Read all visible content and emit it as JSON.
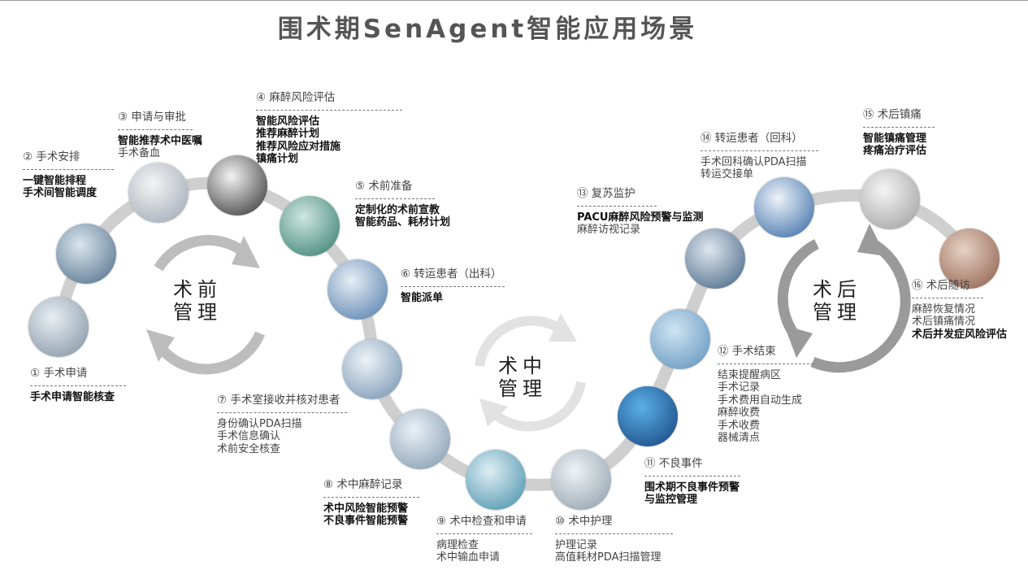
{
  "title": "围术期SenAgent智能应用场景",
  "phases": [
    {
      "line1": "术前",
      "line2": "管理"
    },
    {
      "line1": "术中",
      "line2": "管理"
    },
    {
      "line1": "术后",
      "line2": "管理"
    }
  ],
  "colors": {
    "track": "#cfcfcf",
    "cycle_pre": "#bdbdbd",
    "cycle_mid": "#e0e0e0",
    "cycle_post": "#9a9a9a"
  },
  "steps": [
    {
      "title": "① 手术申请",
      "lines": [
        {
          "text": "手术申请智能核查",
          "bold": true
        }
      ]
    },
    {
      "title": "② 手术安排",
      "lines": [
        {
          "text": "一键智能排程",
          "bold": true
        },
        {
          "text": "手术间智能调度",
          "bold": true
        }
      ]
    },
    {
      "title": "③ 申请与审批",
      "lines": [
        {
          "text": "智能推荐术中医嘱",
          "bold": true
        },
        {
          "text": "手术备血",
          "bold": false
        }
      ]
    },
    {
      "title": "④ 麻醉风险评估",
      "lines": [
        {
          "text": "智能风险评估",
          "bold": true
        },
        {
          "text": "推荐麻醉计划",
          "bold": true
        },
        {
          "text": "推荐风险应对措施",
          "bold": true
        },
        {
          "text": "镇痛计划",
          "bold": true
        }
      ]
    },
    {
      "title": "⑤ 术前准备",
      "lines": [
        {
          "text": "定制化的术前宣教",
          "bold": true
        },
        {
          "text": "智能药品、耗材计划",
          "bold": true
        }
      ]
    },
    {
      "title": "⑥ 转运患者（出科）",
      "lines": [
        {
          "text": "智能派单",
          "bold": true
        }
      ]
    },
    {
      "title": "⑦ 手术室接收并核对患者",
      "lines": [
        {
          "text": "身份确认PDA扫描",
          "bold": false
        },
        {
          "text": "手术信息确认",
          "bold": false
        },
        {
          "text": "术前安全核查",
          "bold": false
        }
      ]
    },
    {
      "title": "⑧ 术中麻醉记录",
      "lines": [
        {
          "text": "术中风险智能预警",
          "bold": true
        },
        {
          "text": "不良事件智能预警",
          "bold": true
        }
      ]
    },
    {
      "title": "⑨ 术中检查和申请",
      "lines": [
        {
          "text": "病理检查",
          "bold": false
        },
        {
          "text": "术中输血申请",
          "bold": false
        }
      ]
    },
    {
      "title": "⑩ 术中护理",
      "lines": [
        {
          "text": "护理记录",
          "bold": false
        },
        {
          "text": "高值耗材PDA扫描管理",
          "bold": false
        }
      ]
    },
    {
      "title": "⑪ 不良事件",
      "lines": [
        {
          "text": "围术期不良事件预警",
          "bold": true
        },
        {
          "text": "与监控管理",
          "bold": true
        }
      ]
    },
    {
      "title": "⑫ 手术结束",
      "lines": [
        {
          "text": "结束提醒病区",
          "bold": false
        },
        {
          "text": "手术记录",
          "bold": false
        },
        {
          "text": "手术费用自动生成",
          "bold": false
        },
        {
          "text": "麻醉收费",
          "bold": false
        },
        {
          "text": "手术收费",
          "bold": false
        },
        {
          "text": "器械清点",
          "bold": false
        }
      ]
    },
    {
      "title": "⑬ 复苏监护",
      "lines": [
        {
          "text": "PACU麻醉风险预警与监测",
          "bold": true
        },
        {
          "text": "麻醉访视记录",
          "bold": false
        }
      ]
    },
    {
      "title": "⑭ 转运患者（回科）",
      "lines": [
        {
          "text": "手术回科确认PDA扫描",
          "bold": false
        },
        {
          "text": "转运交接单",
          "bold": false
        }
      ]
    },
    {
      "title": "⑮ 术后镇痛",
      "lines": [
        {
          "text": "智能镇痛管理",
          "bold": true
        },
        {
          "text": "疼痛治疗评估",
          "bold": true
        }
      ]
    },
    {
      "title": "⑯ 术后随访",
      "lines": [
        {
          "text": "麻醉恢复情况",
          "bold": false
        },
        {
          "text": "术后镇痛情况",
          "bold": false
        },
        {
          "text": "术后并发症风险评估",
          "bold": true
        }
      ]
    }
  ]
}
